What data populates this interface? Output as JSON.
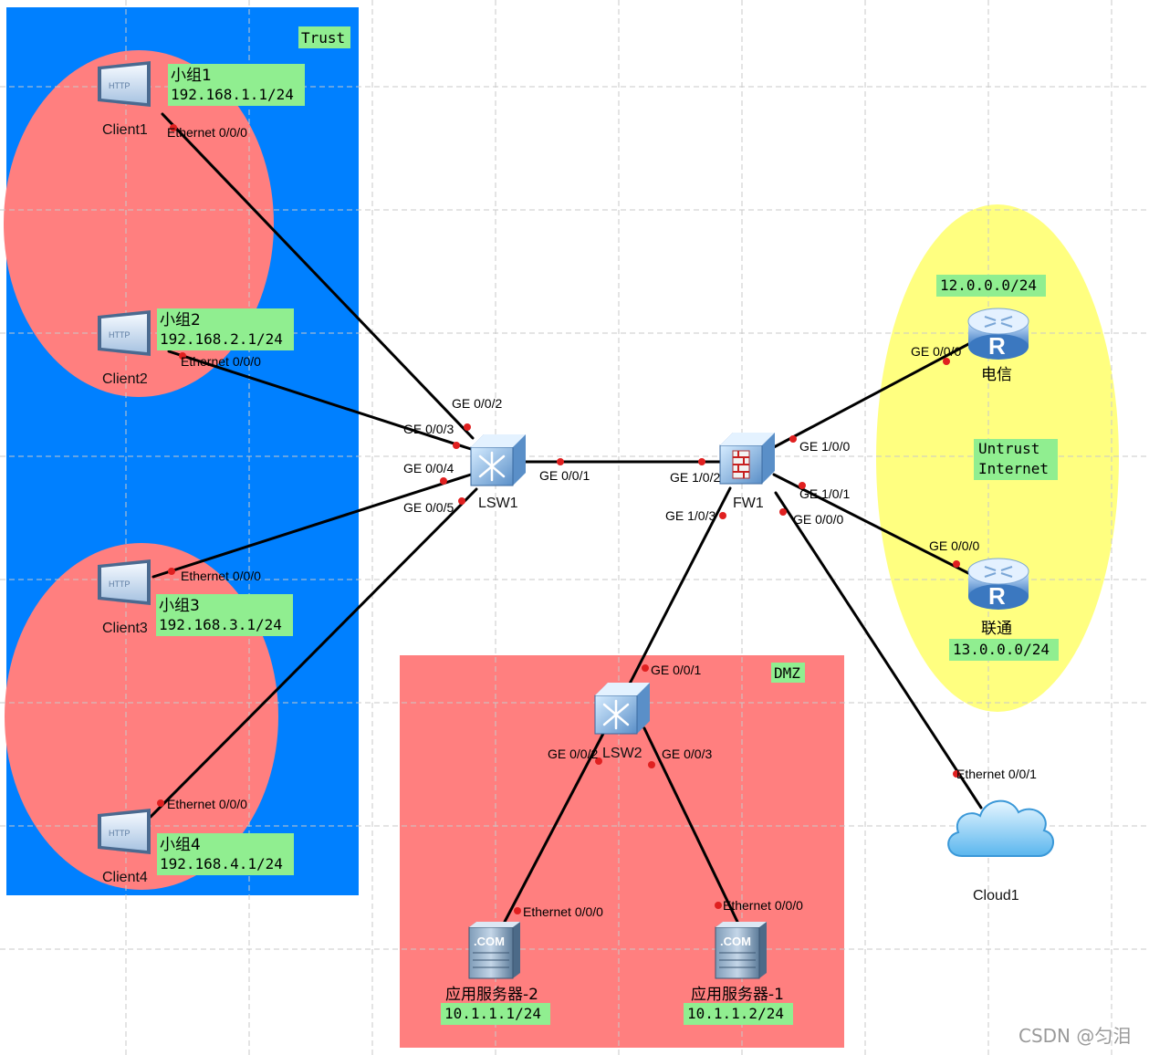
{
  "zones": {
    "trust": {
      "label": "Trust",
      "color": "#0080ff"
    },
    "dmz": {
      "label": "DMZ",
      "color": "#ff7f7f"
    },
    "untrust": {
      "label_line1": "Untrust",
      "label_line2": "Internet",
      "color": "#ffff80"
    },
    "group_ellipse_color": "#ff7f7f",
    "label_bg": "#90ee90"
  },
  "groups": [
    {
      "name": "小组1",
      "subnet": "192.168.1.1/24"
    },
    {
      "name": "小组2",
      "subnet": "192.168.2.1/24"
    },
    {
      "name": "小组3",
      "subnet": "192.168.3.1/24"
    },
    {
      "name": "小组4",
      "subnet": "192.168.4.1/24"
    }
  ],
  "clients": [
    {
      "name": "Client1",
      "port": "Ethernet 0/0/0",
      "icon": "http-client-icon"
    },
    {
      "name": "Client2",
      "port": "Ethernet 0/0/0",
      "icon": "http-client-icon"
    },
    {
      "name": "Client3",
      "port": "Ethernet 0/0/0",
      "icon": "http-client-icon"
    },
    {
      "name": "Client4",
      "port": "Ethernet 0/0/0",
      "icon": "http-client-icon"
    }
  ],
  "lsw1": {
    "name": "LSW1",
    "ports": {
      "p2": "GE 0/0/2",
      "p3": "GE 0/0/3",
      "p4": "GE 0/0/4",
      "p5": "GE 0/0/5",
      "p1": "GE 0/0/1"
    },
    "icon": "switch-icon"
  },
  "fw1": {
    "name": "FW1",
    "ports": {
      "p100": "GE 1/0/0",
      "p101": "GE 1/0/1",
      "p102": "GE 1/0/2",
      "p103": "GE 1/0/3",
      "p000": "GE 0/0/0"
    },
    "icon": "firewall-icon"
  },
  "routers": [
    {
      "name": "电信",
      "port": "GE 0/0/0",
      "subnet": "12.0.0.0/24",
      "icon": "router-icon"
    },
    {
      "name": "联通",
      "port": "GE 0/0/0",
      "subnet": "13.0.0.0/24",
      "icon": "router-icon"
    }
  ],
  "cloud": {
    "name": "Cloud1",
    "port": "Ethernet 0/0/1",
    "icon": "cloud-icon"
  },
  "lsw2": {
    "name": "LSW2",
    "ports": {
      "p1": "GE 0/0/1",
      "p2": "GE 0/0/2",
      "p3": "GE 0/0/3"
    },
    "icon": "switch-icon"
  },
  "servers": [
    {
      "name": "应用服务器-2",
      "ip": "10.1.1.1/24",
      "port": "Ethernet 0/0/0",
      "badge": ".COM",
      "icon": "server-icon"
    },
    {
      "name": "应用服务器-1",
      "ip": "10.1.1.2/24",
      "port": "Ethernet 0/0/0",
      "badge": ".COM",
      "icon": "server-icon"
    }
  ],
  "client_badge": "HTTP",
  "router_letter": "R",
  "watermark": "CSDN @匀泪",
  "colors": {
    "link": "#000000",
    "port_dot": "#e02020",
    "grid": "#c8c8c8"
  }
}
